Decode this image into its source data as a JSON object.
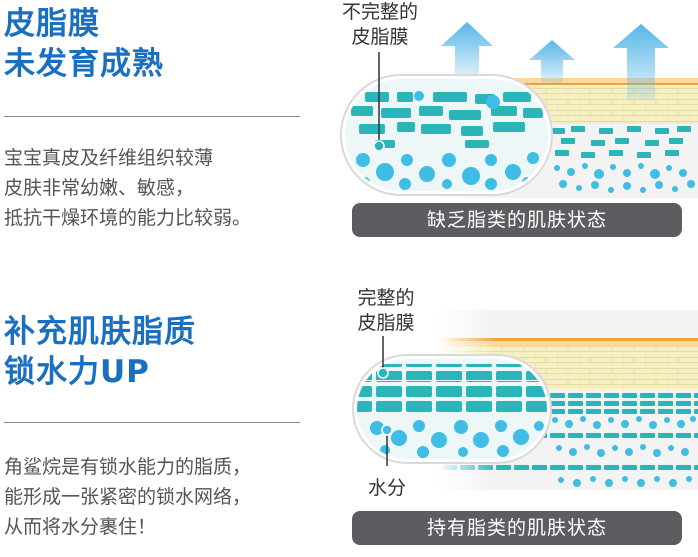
{
  "section_top": {
    "title_lines": [
      "皮脂膜",
      "未发育成熟"
    ],
    "body_lines": [
      "宝宝真皮及纤维组织较薄",
      "皮肤非常幼嫩、敏感，",
      "抵抗干燥环境的能力比较弱。"
    ],
    "callout_lines": [
      "不完整的",
      "皮脂膜"
    ],
    "caption": "缺乏脂类的肌肤状态"
  },
  "section_bottom": {
    "title_lines": [
      "补充肌肤脂质",
      "锁水力UP"
    ],
    "body_lines": [
      "角鲨烷是有锁水能力的脂质，",
      "能形成一张紧密的锁水网络，",
      "从而将水分裹住！"
    ],
    "callout_lines": [
      "完整的",
      "皮脂膜"
    ],
    "water_label": "水分",
    "caption": "持有脂类的肌肤状态"
  },
  "colors": {
    "title_blue": "#1a6fc0",
    "teal": "#2bb5b8",
    "water_blue": "#40bde4",
    "lipid_yellow": "#f6efc3",
    "orange_line": "#f0a23a",
    "arrow_blue": "#57b6e8",
    "caption_bg": "#5b5d61"
  },
  "icons": [
    "upward-arrow-icon",
    "skin-cross-section-illustration"
  ]
}
